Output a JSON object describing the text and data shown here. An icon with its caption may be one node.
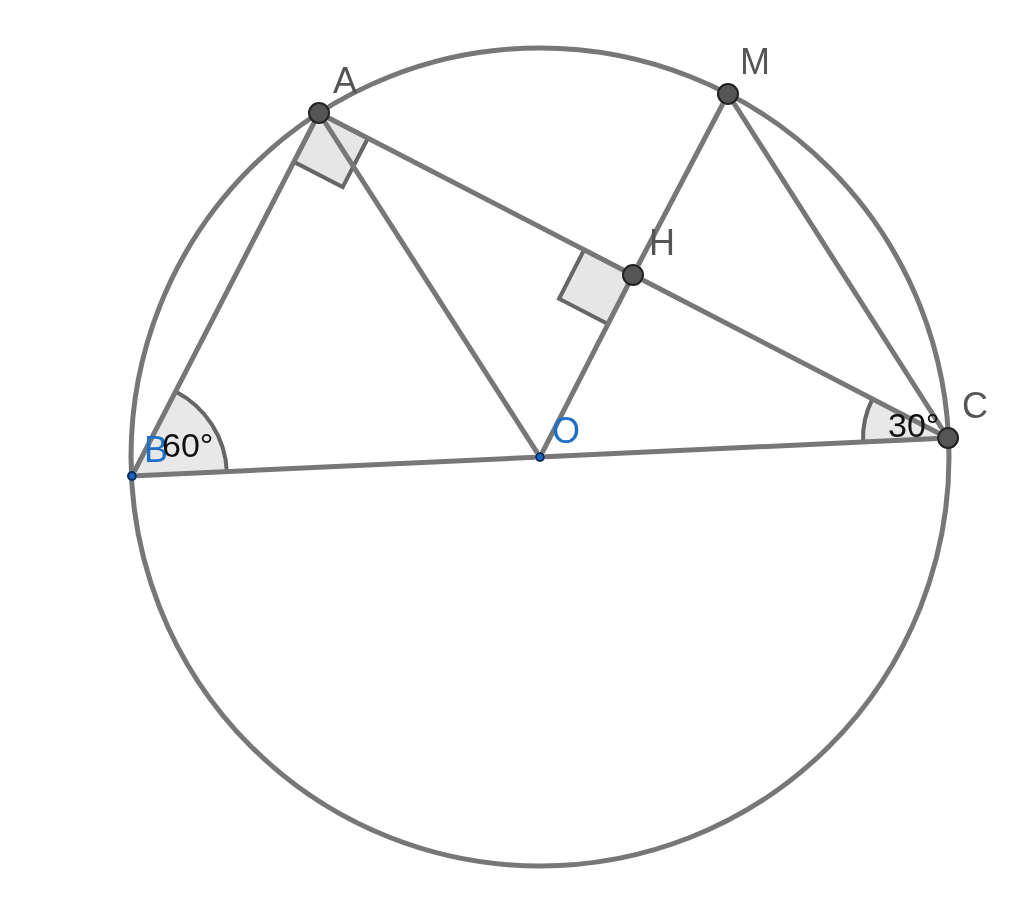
{
  "diagram": {
    "nodes": [
      {
        "text": [
          "A"
        ]
      },
      {
        "text": [
          "M"
        ]
      },
      {
        "text": [
          "H"
        ]
      },
      {
        "text": [
          "C"
        ]
      },
      {
        "text": [
          "B"
        ]
      },
      {
        "text": [
          "O"
        ]
      }
    ],
    "edges": [
      {
        "from": 0,
        "to": 4,
        "arrow": "none"
      },
      {
        "from": 0,
        "to": 5,
        "arrow": "none"
      },
      {
        "from": 0,
        "to": 2,
        "arrow": "none"
      },
      {
        "from": 2,
        "to": 3,
        "arrow": "none"
      },
      {
        "from": 1,
        "to": 2,
        "arrow": "none"
      },
      {
        "from": 1,
        "to": 3,
        "arrow": "none"
      },
      {
        "from": 4,
        "to": 5,
        "arrow": "none"
      },
      {
        "from": 5,
        "to": 3,
        "arrow": "none"
      },
      {
        "from": 5,
        "to": 2,
        "arrow": "none"
      }
    ],
    "labels": [
      "60°",
      "30°"
    ]
  }
}
